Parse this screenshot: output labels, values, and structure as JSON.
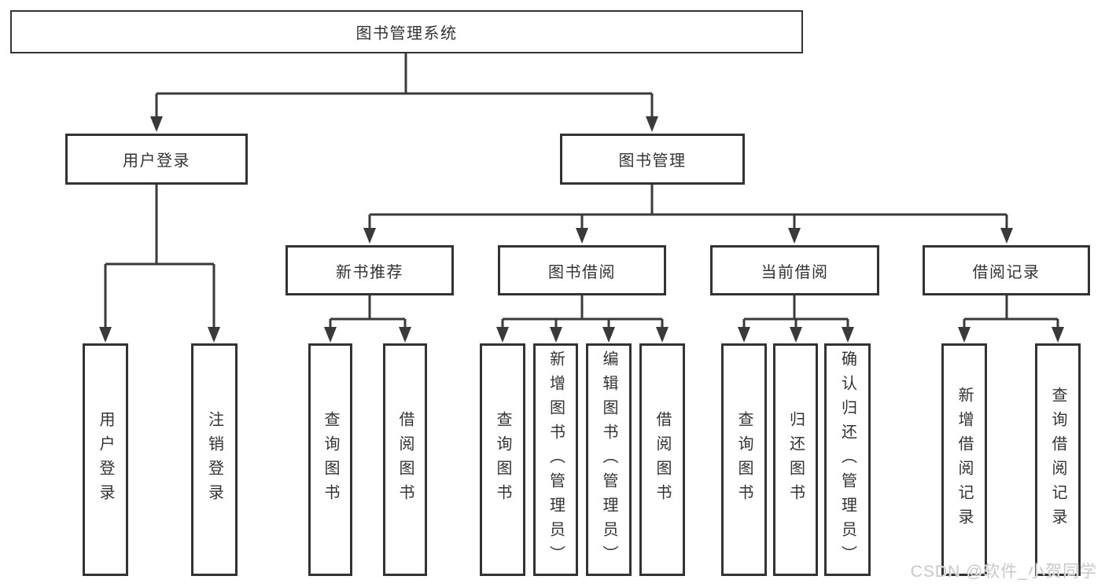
{
  "diagram": {
    "title": "图书管理系统",
    "watermark": "CSDN @软件_小贺同学",
    "colors": {
      "line": "#3a3a3a",
      "box_border": "#333333",
      "text": "#333333",
      "background": "#ffffff",
      "watermark": "#c8c8c8"
    },
    "tree": {
      "root": {
        "label": "图书管理系统"
      },
      "branches": [
        {
          "label": "用户登录",
          "leaves": [
            "用户登录",
            "注销登录"
          ]
        },
        {
          "label": "图书管理",
          "groups": [
            {
              "label": "新书推荐",
              "leaves": [
                "查询图书",
                "借阅图书"
              ]
            },
            {
              "label": "图书借阅",
              "leaves": [
                "查询图书",
                "新增图书（管理员）",
                "编辑图书（管理员）",
                "借阅图书"
              ]
            },
            {
              "label": "当前借阅",
              "leaves": [
                "查询图书",
                "归还图书",
                "确认归还（管理员）"
              ]
            },
            {
              "label": "借阅记录",
              "leaves": [
                "新增借阅记录",
                "查询借阅记录"
              ]
            }
          ]
        }
      ]
    }
  }
}
